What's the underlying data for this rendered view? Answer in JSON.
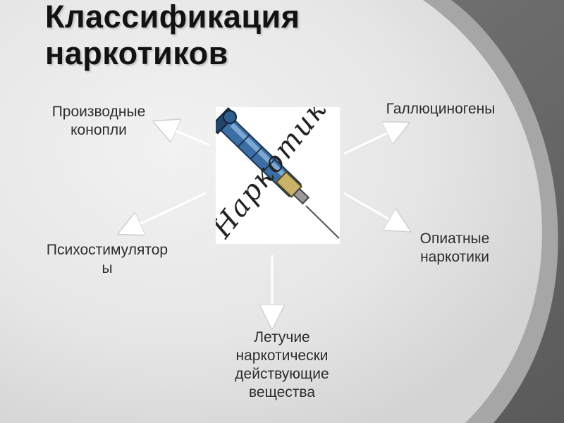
{
  "slide": {
    "title": "Классификация\nнаркотиков",
    "image": {
      "icon": "syringe-icon",
      "caption_text": "Наркотики"
    },
    "categories": {
      "cannabis": "Производные\nконопли",
      "hallucinogens": "Галлюциногены",
      "psychostimulants": "Психостимулятор\nы",
      "opiates": "Опиатные\nнаркотики",
      "volatile": "Летучие\nнаркотически\nдействующие\nвещества"
    }
  },
  "colors": {
    "background": "#9c9c9c",
    "panel_light": "#ededed",
    "arrow": "#ffffff",
    "text": "#2b2b2b",
    "title": "#121212",
    "syringe": "#3a6ea5"
  }
}
